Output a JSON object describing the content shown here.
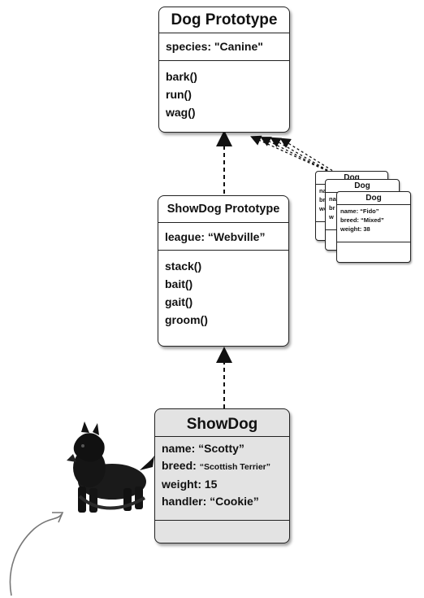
{
  "dog_prototype": {
    "title": "Dog Prototype",
    "properties": [
      "species: \"Canine\""
    ],
    "methods": [
      "bark()",
      "run()",
      "wag()"
    ]
  },
  "showdog_prototype": {
    "title": "ShowDog Prototype",
    "properties": [
      "league: “Webville”"
    ],
    "methods": [
      "stack()",
      "bait()",
      "gait()",
      "groom()"
    ]
  },
  "showdog": {
    "title": "ShowDog",
    "name": "name: “Scotty”",
    "breed_label": "breed:",
    "breed_value": "“Scottish Terrier”",
    "weight": "weight: 15",
    "handler": "handler: “Cookie”"
  },
  "dog_instance": {
    "title": "Dog",
    "fields": [
      "name: “Fido”",
      "breed: “Mixed”",
      "weight: 38"
    ]
  },
  "stacked_dogs": {
    "title_back": "Dog",
    "title_mid": "Dog",
    "prefix_back": [
      "na",
      "br",
      "we"
    ],
    "prefix_mid": [
      "na",
      "br",
      "w"
    ]
  },
  "colors": {
    "showdog_fill": "#e3e3e3",
    "border": "#222222"
  },
  "icons": [
    "scottish-terrier-photo",
    "curved-arrow"
  ]
}
